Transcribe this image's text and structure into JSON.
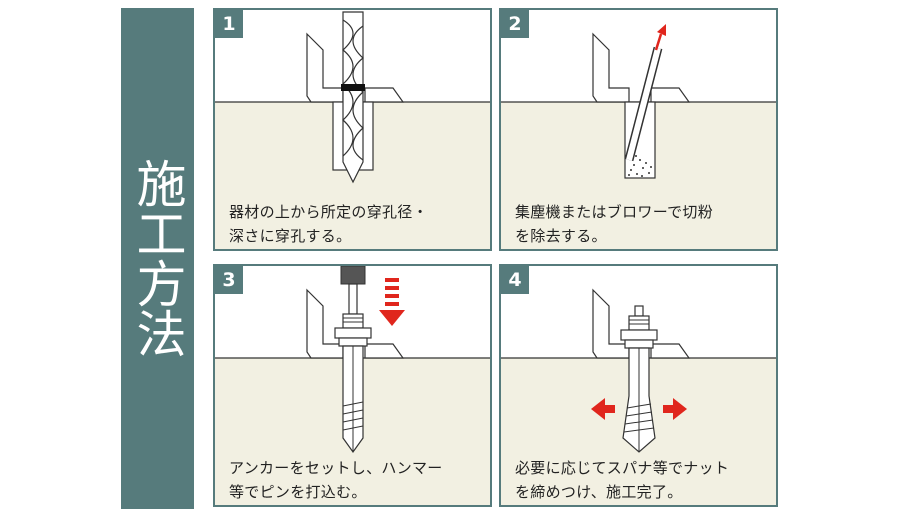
{
  "title": "施工方法",
  "colors": {
    "accent": "#567b7c",
    "ground": "#f2f0e2",
    "arrow": "#e0261d"
  },
  "steps": [
    {
      "number": "1",
      "caption": "器材の上から所定の穿孔径・\n深さに穿孔する。"
    },
    {
      "number": "2",
      "caption": "集塵機またはブロワーで切粉\nを除去する。"
    },
    {
      "number": "3",
      "caption": "アンカーをセットし、ハンマー\n等でピンを打込む。"
    },
    {
      "number": "4",
      "caption": "必要に応じてスパナ等でナット\nを締めつけ、施工完了。"
    }
  ]
}
